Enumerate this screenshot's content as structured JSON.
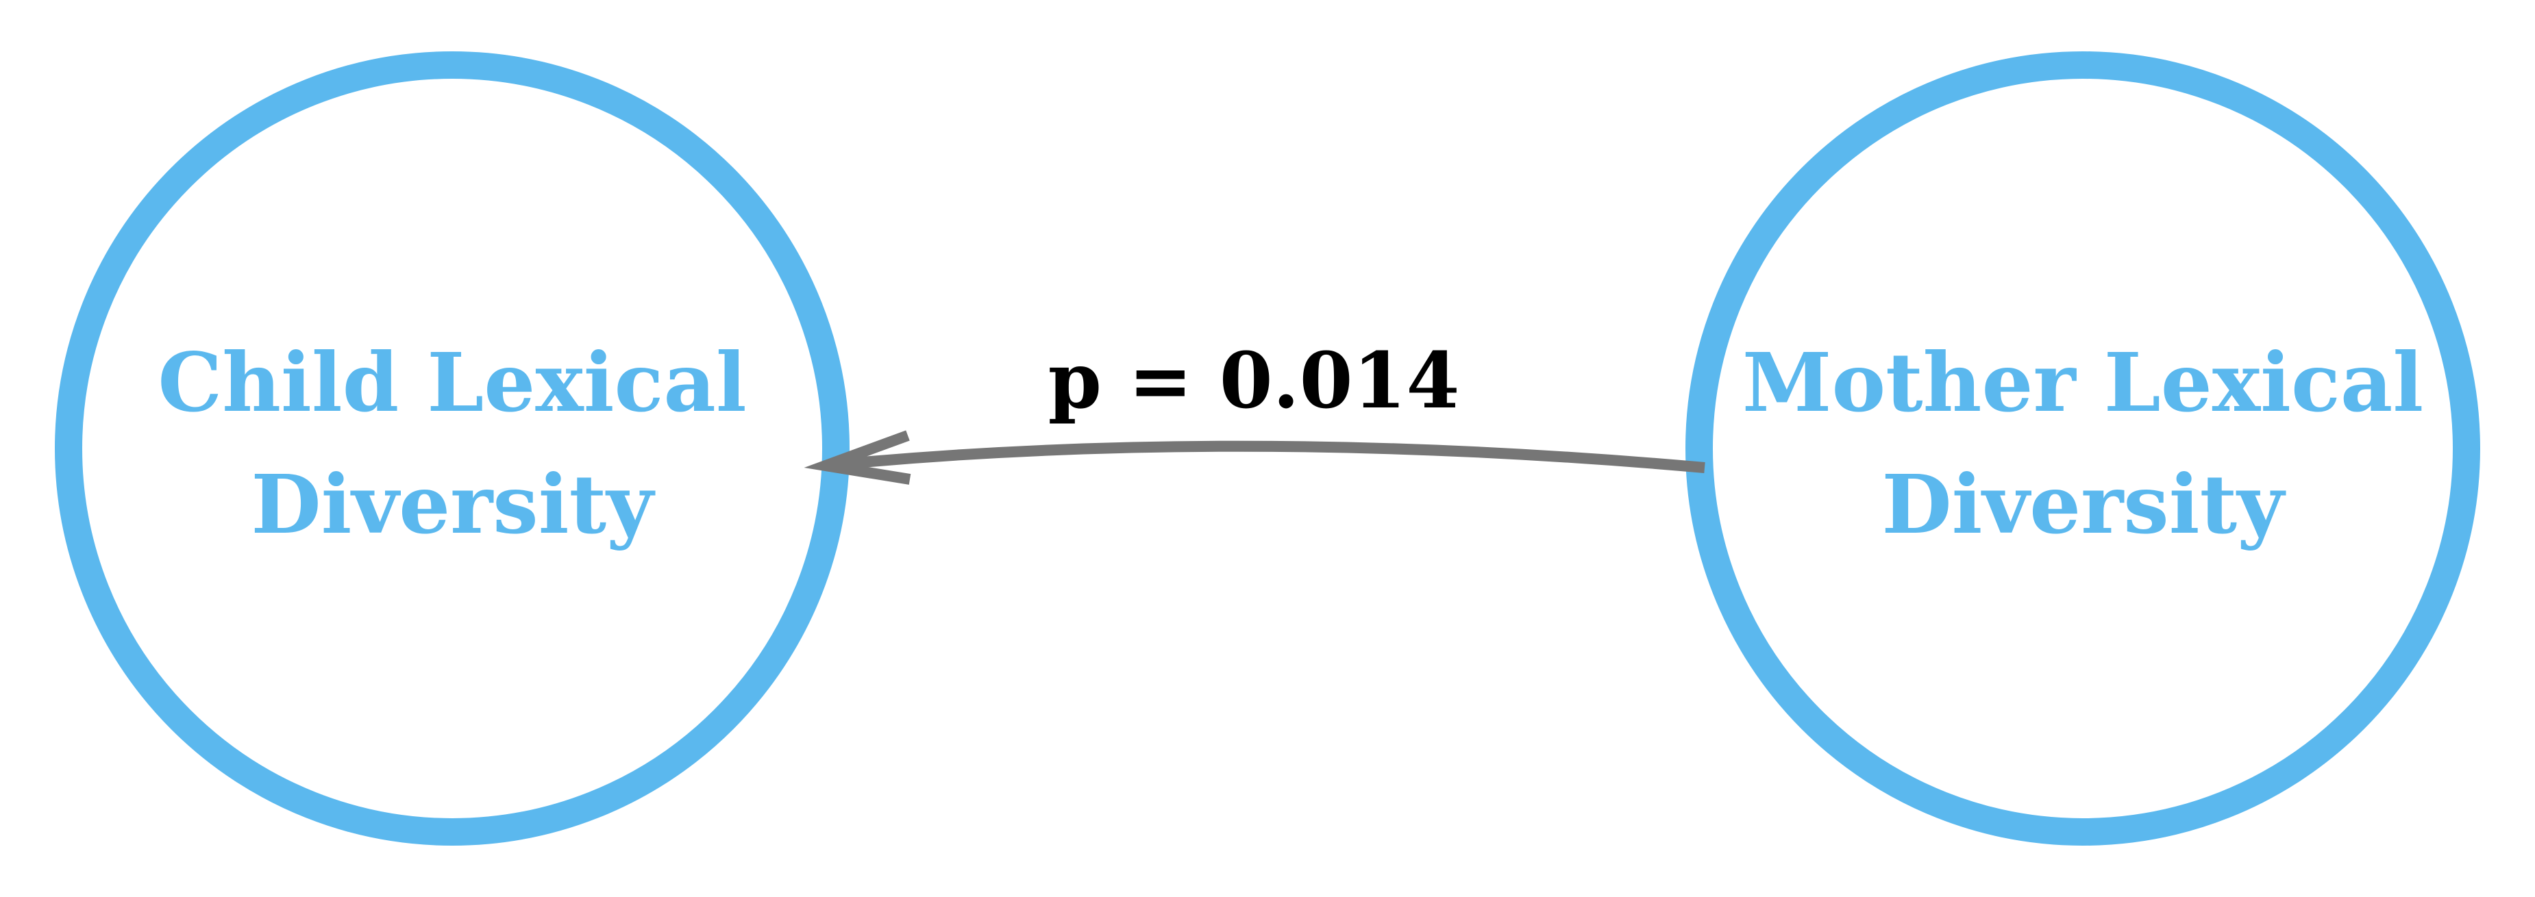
{
  "diagram": {
    "nodes": [
      {
        "id": "child",
        "line1": "Child Lexical",
        "line2": "Diversity"
      },
      {
        "id": "mother",
        "line1": "Mother Lexical",
        "line2": "Diversity"
      }
    ],
    "edges": [
      {
        "from": "mother",
        "to": "child",
        "label": "p = 0.014"
      }
    ],
    "colors": {
      "node": "#5bb8ee",
      "edge": "#767676",
      "edge_label": "#000000"
    }
  }
}
